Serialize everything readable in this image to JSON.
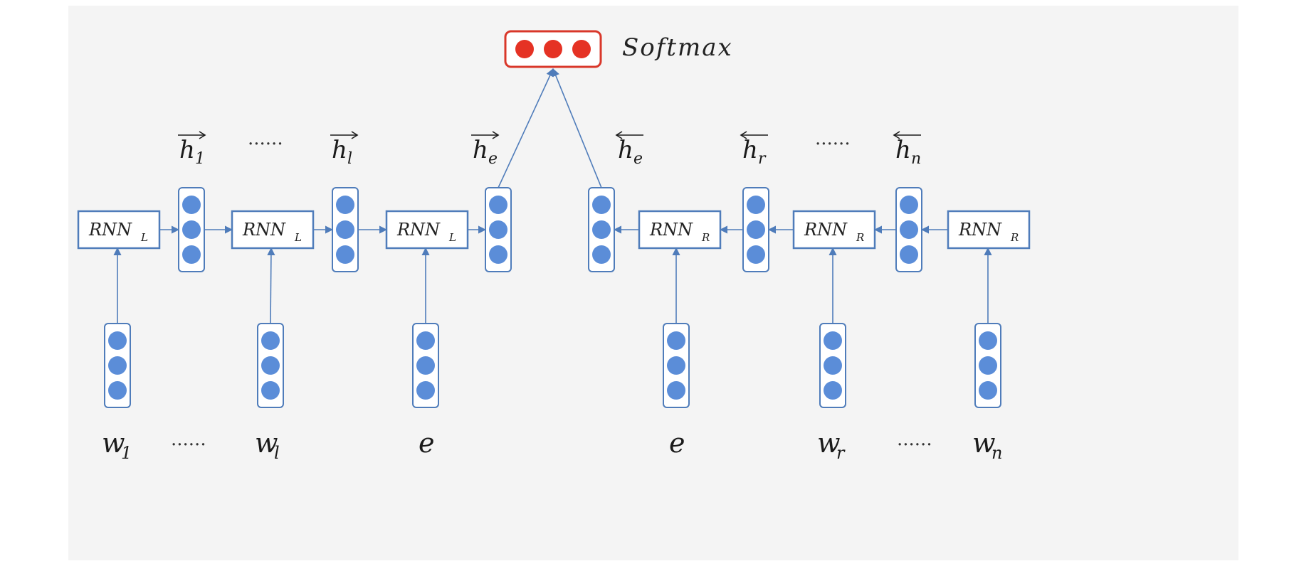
{
  "colors": {
    "panel_bg": "#f4f4f4",
    "stroke": "#4f7cba",
    "node_fill": "#5b8dd8",
    "softmax_stroke": "#d9372a",
    "softmax_fill": "#e53224"
  },
  "softmax": {
    "label": "Softmax"
  },
  "rnn_left": {
    "base": "RNN",
    "sub": "L"
  },
  "rnn_right": {
    "base": "RNN",
    "sub": "R"
  },
  "hidden_labels": [
    {
      "id": "h1",
      "base": "h",
      "sub": "1",
      "arrow": "right"
    },
    {
      "id": "hl",
      "base": "h",
      "sub": "l",
      "arrow": "right"
    },
    {
      "id": "he-fwd",
      "base": "h",
      "sub": "e",
      "arrow": "right"
    },
    {
      "id": "he-bwd",
      "base": "h",
      "sub": "e",
      "arrow": "left"
    },
    {
      "id": "hr",
      "base": "h",
      "sub": "r",
      "arrow": "left"
    },
    {
      "id": "hn",
      "base": "h",
      "sub": "n",
      "arrow": "left"
    }
  ],
  "inputs": [
    {
      "id": "w1",
      "base": "w",
      "sub": "1"
    },
    {
      "id": "wl",
      "base": "w",
      "sub": "l"
    },
    {
      "id": "e-left",
      "base": "e",
      "sub": ""
    },
    {
      "id": "e-right",
      "base": "e",
      "sub": ""
    },
    {
      "id": "wr",
      "base": "w",
      "sub": "r"
    },
    {
      "id": "wn",
      "base": "w",
      "sub": "n"
    }
  ],
  "ellipsis": "......"
}
